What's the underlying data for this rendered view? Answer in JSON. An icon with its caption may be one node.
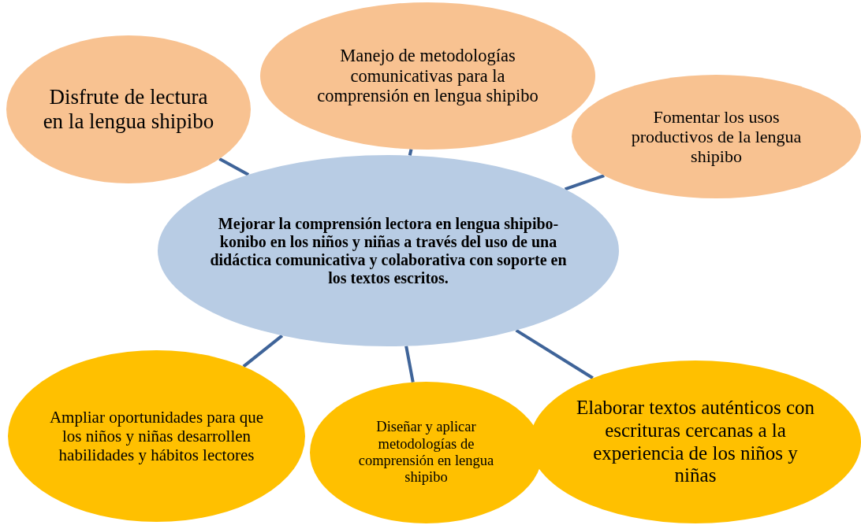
{
  "diagram": {
    "nodes": [
      {
        "text": [
          "Disfrute de lectura en la lengua shipibo"
        ]
      },
      {
        "text": [
          "Manejo de metodologías comunicativas para la comprensión en lengua shipibo"
        ]
      },
      {
        "text": [
          "Fomentar los usos productivos de la lengua shipibo"
        ]
      },
      {
        "text": [
          "Mejorar la comprensión lectora en lengua shipibo-konibo en los niños y niñas a través del uso de una didáctica comunicativa y colaborativa con soporte en los textos escritos."
        ]
      },
      {
        "text": [
          "Ampliar oportunidades para que los niños y niñas desarrollen habilidades y hábitos lectores"
        ]
      },
      {
        "text": [
          "Diseñar y aplicar metodologías de comprensión en lengua shipibo"
        ]
      },
      {
        "text": [
          "Elaborar textos auténticos con escrituras cercanas a la experiencia de los niños y niñas"
        ]
      }
    ],
    "edges": [
      {
        "from": 3,
        "to": 0,
        "arrow": "none"
      },
      {
        "from": 3,
        "to": 1,
        "arrow": "none"
      },
      {
        "from": 3,
        "to": 2,
        "arrow": "none"
      },
      {
        "from": 3,
        "to": 4,
        "arrow": "none"
      },
      {
        "from": 3,
        "to": 5,
        "arrow": "none"
      },
      {
        "from": 3,
        "to": 6,
        "arrow": "none"
      }
    ]
  }
}
